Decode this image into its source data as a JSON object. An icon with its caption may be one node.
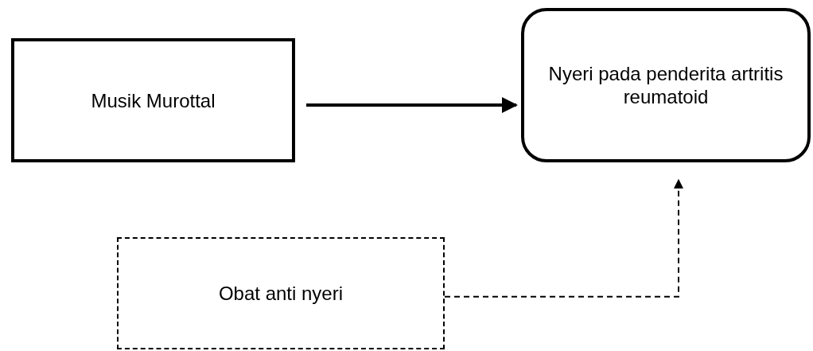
{
  "diagram": {
    "nodes": [
      {
        "text": [
          "Musik Murottal"
        ]
      },
      {
        "text": [
          "Nyeri pada penderita artritis reumatoid"
        ]
      },
      {
        "text": [
          "Obat anti nyeri"
        ]
      }
    ],
    "edges": [
      {
        "from": 0,
        "to": 1,
        "arrow": "to",
        "style": "thick"
      },
      {
        "from": 2,
        "to": 1,
        "arrow": "to",
        "style": "dashed"
      }
    ]
  }
}
